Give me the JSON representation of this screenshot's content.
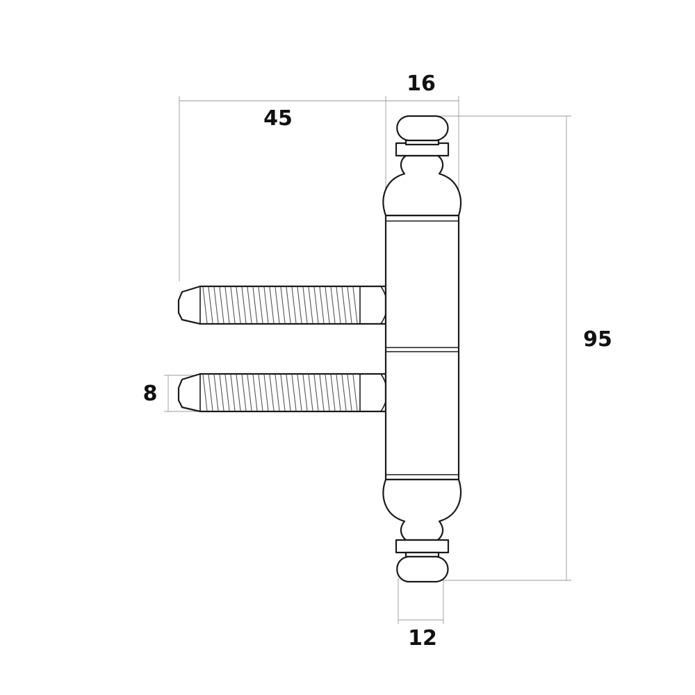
{
  "dimensions": {
    "overall_length": "45",
    "body_diameter": "16",
    "total_height": "95",
    "pin_diameter": "8",
    "finial_diameter": "12"
  },
  "colors": {
    "line": "#1a1a1a",
    "dimension_line": "#9a9a9a",
    "label": "#111111"
  }
}
